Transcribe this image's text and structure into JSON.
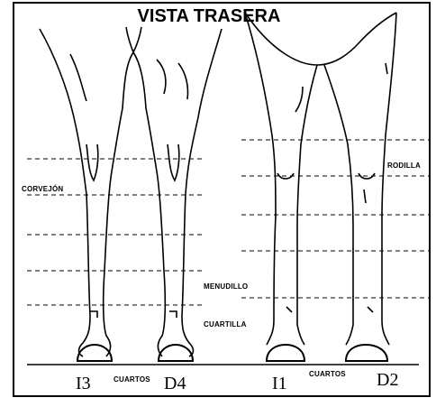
{
  "title": "VISTA TRASERA",
  "annotations": {
    "corvejon": "CORVEJÓN",
    "rodilla": "RODILLA",
    "menudillo": "MENUDILLO",
    "cuartilla": "CUARTILLA"
  },
  "hooves_label": {
    "left": "CUARTOS",
    "right": "CUARTOS"
  },
  "legs": {
    "left_left": "I3",
    "left_right": "D4",
    "right_left": "I1",
    "right_right": "D2"
  }
}
